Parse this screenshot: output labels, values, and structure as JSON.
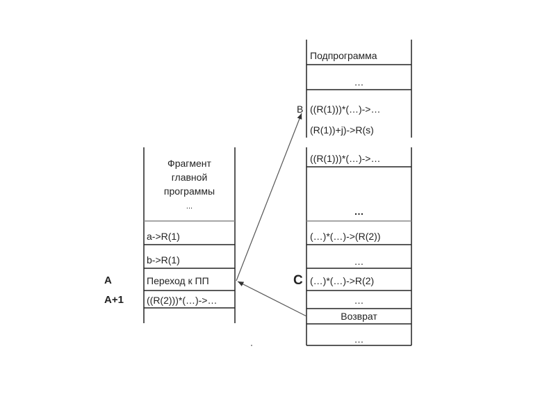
{
  "main_program": {
    "title_lines": [
      "Фрагмент",
      "главной",
      "программы",
      "..."
    ],
    "rows": [
      "a->R(1)",
      "b->R(1)",
      "Переход к ПП",
      "((R(2)))*(…)->…"
    ],
    "labels": {
      "a": "A",
      "a_plus_1": "A+1"
    }
  },
  "subprogram": {
    "title": "Подпрограмма",
    "rows": [
      "…",
      "((R(1)))*(…)->…",
      "(R(1))+j)->R(s)",
      "((R(1)))*(…)->…",
      "…",
      "(…)*(…)->(R(2))",
      "…",
      "(…)*(…)->R(2)",
      "…",
      "Возврат",
      "…"
    ],
    "labels": {
      "b": "B",
      "c": "C"
    }
  }
}
